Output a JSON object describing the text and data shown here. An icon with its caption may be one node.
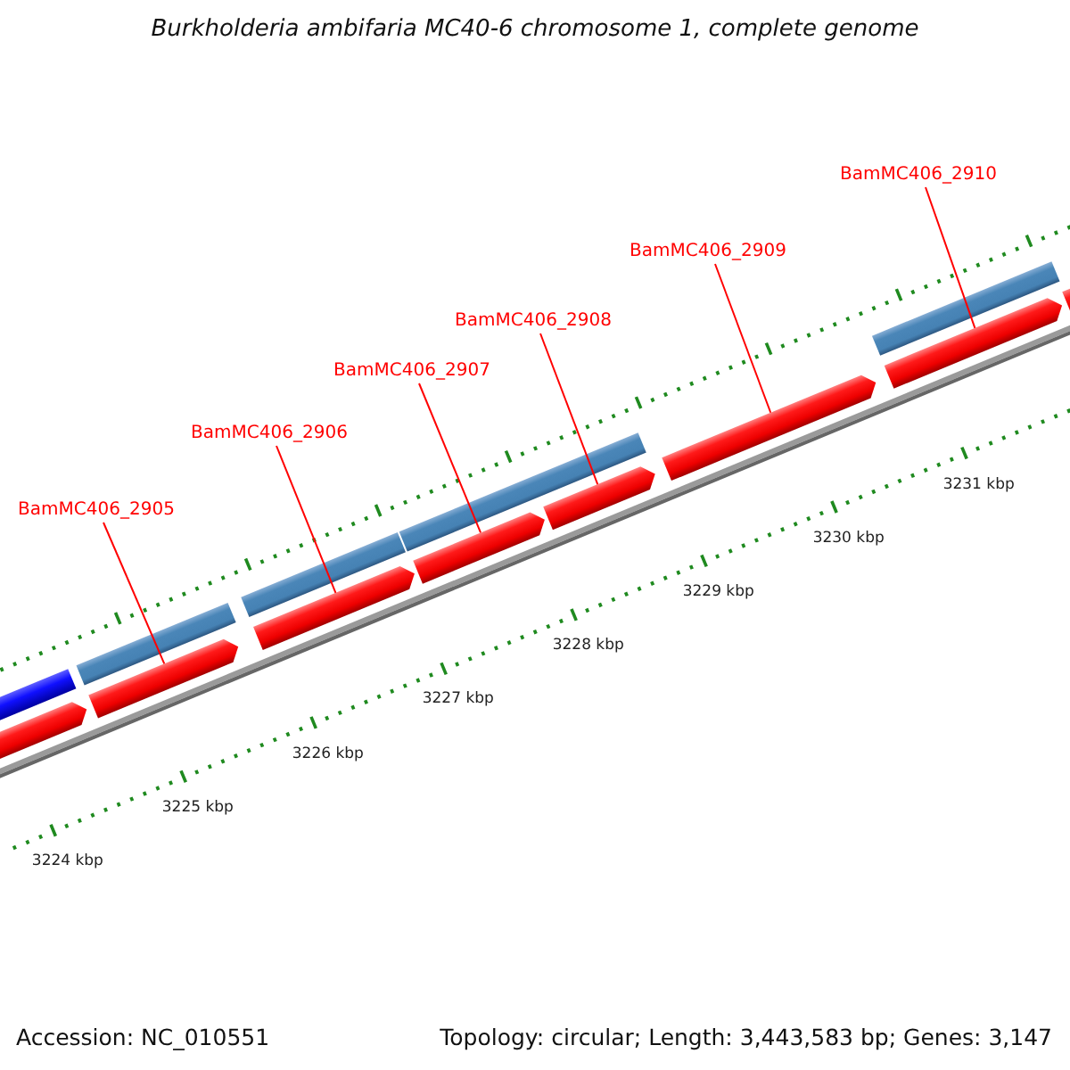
{
  "diagram": {
    "title": "Burkholderia ambifaria MC40-6 chromosome 1, complete genome",
    "nodes": [
      {
        "text": [
          "BamMC406_2905"
        ]
      },
      {
        "text": [
          "BamMC406_2906"
        ]
      },
      {
        "text": [
          "BamMC406_2907"
        ]
      },
      {
        "text": [
          "BamMC406_2908"
        ]
      },
      {
        "text": [
          "BamMC406_2909"
        ]
      },
      {
        "text": [
          "BamMC406_2910"
        ]
      },
      {
        "text": [],
        "shape": "bar"
      },
      {
        "text": [],
        "shape": "bar"
      },
      {
        "text": [],
        "shape": "bar"
      },
      {
        "text": [],
        "shape": "bar"
      },
      {
        "text": [],
        "shape": "bar"
      },
      {
        "text": [],
        "shape": "bar"
      },
      {
        "text": [],
        "shape": "bar"
      },
      {
        "text": [],
        "shape": "bar"
      },
      {
        "text": [],
        "shape": "bar"
      },
      {
        "text": [],
        "shape": "bar"
      },
      {
        "text": [],
        "shape": "bar"
      },
      {
        "text": [],
        "shape": "bar"
      },
      {
        "text": [],
        "shape": "bar"
      }
    ],
    "edges": [
      {
        "from": 0,
        "to": 7,
        "arrow": "none"
      },
      {
        "from": 1,
        "to": 8,
        "arrow": "none"
      },
      {
        "from": 2,
        "to": 9,
        "arrow": "none"
      },
      {
        "from": 3,
        "to": 10,
        "arrow": "none"
      },
      {
        "from": 4,
        "to": 11,
        "arrow": "none"
      },
      {
        "from": 5,
        "to": 12,
        "arrow": "none"
      }
    ],
    "labels": [
      "3224 kbp",
      "3225 kbp",
      "3226 kbp",
      "3227 kbp",
      "3228 kbp",
      "3229 kbp",
      "3230 kbp",
      "3231 kbp",
      "Accession: NC_010551",
      "Topology: circular; Length: 3,443,583 bp; Genes: 3,147"
    ]
  }
}
